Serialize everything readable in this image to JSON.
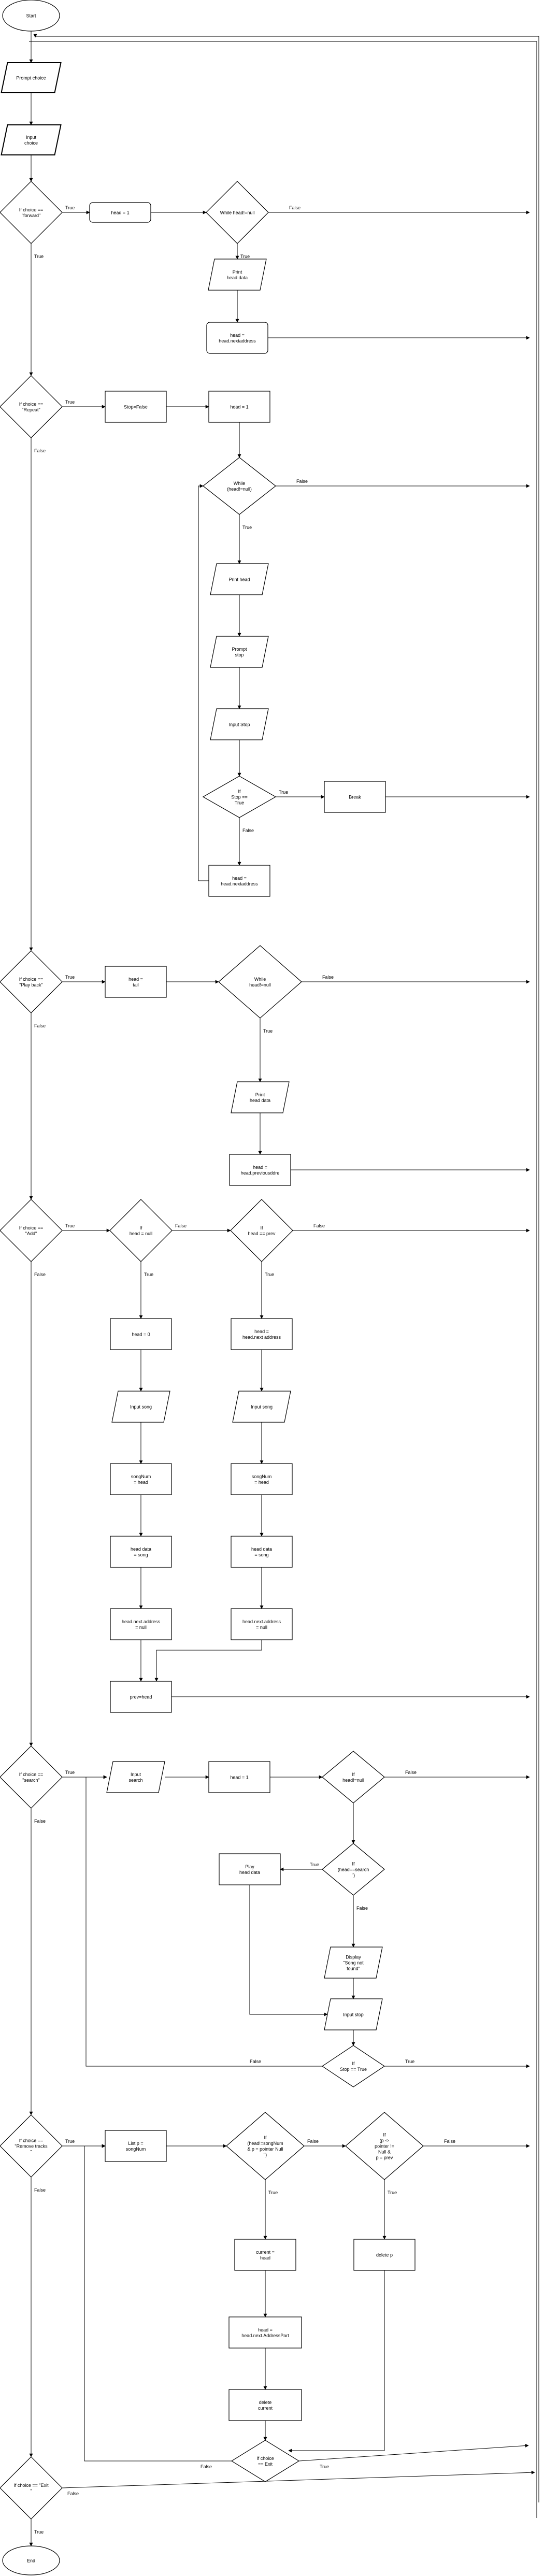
{
  "nodes": [
    {
      "id": "start",
      "shape": "terminal",
      "lines": [
        "Start"
      ]
    },
    {
      "id": "prompt-choice",
      "shape": "io",
      "lines": [
        "Prompt choice"
      ]
    },
    {
      "id": "input-choice",
      "shape": "io",
      "lines": [
        "Input",
        "choice"
      ]
    },
    {
      "id": "if-forward",
      "shape": "decision",
      "lines": [
        "If choice ==",
        "\"forward\""
      ]
    },
    {
      "id": "fwd-head-1",
      "shape": "process",
      "lines": [
        "head = 1"
      ]
    },
    {
      "id": "fwd-while",
      "shape": "decision",
      "lines": [
        "While head!=null"
      ]
    },
    {
      "id": "fwd-print",
      "shape": "io",
      "lines": [
        "Print",
        "head data"
      ]
    },
    {
      "id": "fwd-next",
      "shape": "process",
      "lines": [
        "head =",
        "head.nextaddress"
      ]
    },
    {
      "id": "if-repeat",
      "shape": "decision",
      "lines": [
        "If choice ==",
        "\"Repeat\""
      ]
    },
    {
      "id": "rep-stop",
      "shape": "process",
      "lines": [
        "Stop=False"
      ]
    },
    {
      "id": "rep-head-1",
      "shape": "process",
      "lines": [
        "head = 1"
      ]
    },
    {
      "id": "rep-while",
      "shape": "decision",
      "lines": [
        "While",
        "(head!=null)"
      ]
    },
    {
      "id": "rep-print",
      "shape": "io",
      "lines": [
        "Print head"
      ]
    },
    {
      "id": "rep-prompt",
      "shape": "io",
      "lines": [
        "Prompt",
        "stop"
      ]
    },
    {
      "id": "rep-input",
      "shape": "io",
      "lines": [
        "Input Stop"
      ]
    },
    {
      "id": "rep-if-stop",
      "shape": "decision",
      "lines": [
        "If",
        "Stop ==",
        "True"
      ]
    },
    {
      "id": "rep-break",
      "shape": "process",
      "lines": [
        "Break"
      ]
    },
    {
      "id": "rep-next",
      "shape": "process",
      "lines": [
        "head =",
        "head.nextaddress"
      ]
    },
    {
      "id": "if-playback",
      "shape": "decision",
      "lines": [
        "If choice ==",
        "\"Play back\""
      ]
    },
    {
      "id": "pb-head-tail",
      "shape": "process",
      "lines": [
        "head =",
        "tail"
      ]
    },
    {
      "id": "pb-while",
      "shape": "decision",
      "lines": [
        "While",
        "head!=null"
      ]
    },
    {
      "id": "pb-print",
      "shape": "io",
      "lines": [
        "Print",
        "head data"
      ]
    },
    {
      "id": "pb-prev",
      "shape": "process",
      "lines": [
        "head =",
        "head.previousddre"
      ]
    },
    {
      "id": "if-add",
      "shape": "decision",
      "lines": [
        "If choice ==",
        "\"Add\""
      ]
    },
    {
      "id": "add-if-null",
      "shape": "decision",
      "lines": [
        "If",
        "head = null"
      ]
    },
    {
      "id": "add-if-prev",
      "shape": "decision",
      "lines": [
        "If",
        "head == prev"
      ]
    },
    {
      "id": "add-head-0",
      "shape": "process",
      "lines": [
        "head = 0"
      ]
    },
    {
      "id": "add-next-a",
      "shape": "process",
      "lines": [
        "head =",
        "head.next address"
      ]
    },
    {
      "id": "add-input-a",
      "shape": "io",
      "lines": [
        "Input song"
      ]
    },
    {
      "id": "add-input-b",
      "shape": "io",
      "lines": [
        "Input song"
      ]
    },
    {
      "id": "add-num-a",
      "shape": "process",
      "lines": [
        "songNum",
        "= head"
      ]
    },
    {
      "id": "add-num-b",
      "shape": "process",
      "lines": [
        "songNum",
        "= head"
      ]
    },
    {
      "id": "add-data-a",
      "shape": "process",
      "lines": [
        "head data",
        "= song"
      ]
    },
    {
      "id": "add-data-b",
      "shape": "process",
      "lines": [
        "head data",
        "= song"
      ]
    },
    {
      "id": "add-null-a",
      "shape": "process",
      "lines": [
        "head.next.address",
        "= null"
      ]
    },
    {
      "id": "add-null-b",
      "shape": "process",
      "lines": [
        "head.next.address",
        "= null"
      ]
    },
    {
      "id": "add-prev",
      "shape": "process",
      "lines": [
        "prev=head"
      ]
    },
    {
      "id": "if-search",
      "shape": "decision",
      "lines": [
        "If choice ==",
        "\"search\""
      ]
    },
    {
      "id": "srch-input",
      "shape": "io",
      "lines": [
        "Input",
        "search"
      ]
    },
    {
      "id": "srch-head-1",
      "shape": "process",
      "lines": [
        "head = 1"
      ]
    },
    {
      "id": "srch-if-null",
      "shape": "decision",
      "lines": [
        "If",
        "head!=null"
      ]
    },
    {
      "id": "srch-if-eq",
      "shape": "decision",
      "lines": [
        "If",
        "(head==search",
        "\")"
      ]
    },
    {
      "id": "srch-play",
      "shape": "process",
      "lines": [
        "Play",
        "head data"
      ]
    },
    {
      "id": "srch-notfound",
      "shape": "io",
      "lines": [
        "Display",
        "\"Song not",
        "found\""
      ]
    },
    {
      "id": "srch-input-stop",
      "shape": "io",
      "lines": [
        "Input stop"
      ]
    },
    {
      "id": "srch-if-stop",
      "shape": "decision",
      "lines": [
        "If",
        "Stop == True"
      ]
    },
    {
      "id": "if-remove",
      "shape": "decision",
      "lines": [
        "If choice ==",
        "\"Remove tracks",
        "\""
      ]
    },
    {
      "id": "rm-listp",
      "shape": "process",
      "lines": [
        "List p =",
        "songNum"
      ]
    },
    {
      "id": "rm-if-song",
      "shape": "decision",
      "lines": [
        "If",
        "(head!=songNum",
        "& p = pointer Null",
        "\")"
      ]
    },
    {
      "id": "rm-if-p",
      "shape": "decision",
      "lines": [
        "If",
        "(p ->",
        "pointer !=",
        "Null &",
        "p = prev"
      ]
    },
    {
      "id": "rm-current",
      "shape": "process",
      "lines": [
        "current =",
        "head"
      ]
    },
    {
      "id": "rm-delete-p",
      "shape": "process",
      "lines": [
        "delete p"
      ]
    },
    {
      "id": "rm-next",
      "shape": "process",
      "lines": [
        "head =",
        "head.next.AddressPart"
      ]
    },
    {
      "id": "rm-delete-cur",
      "shape": "process",
      "lines": [
        "delete",
        "current"
      ]
    },
    {
      "id": "rm-if-exit",
      "shape": "decision",
      "lines": [
        "If choice",
        "== Exit"
      ]
    },
    {
      "id": "if-exit",
      "shape": "decision",
      "lines": [
        "If choice == \"Exit",
        "\""
      ]
    },
    {
      "id": "end",
      "shape": "terminal",
      "lines": [
        "End"
      ]
    }
  ],
  "edges": [
    {
      "from": "start",
      "to": "prompt-choice"
    },
    {
      "from": "prompt-choice",
      "to": "input-choice"
    },
    {
      "from": "input-choice",
      "to": "if-forward"
    },
    {
      "from": "if-forward",
      "to": "fwd-head-1",
      "label": "True"
    },
    {
      "from": "if-forward",
      "to": "if-repeat",
      "label": "True"
    },
    {
      "from": "fwd-head-1",
      "to": "fwd-while"
    },
    {
      "from": "fwd-while",
      "to": "fwd-print",
      "label": "True"
    },
    {
      "from": "fwd-while",
      "to": "start",
      "label": "False"
    },
    {
      "from": "fwd-print",
      "to": "fwd-next"
    },
    {
      "from": "fwd-next",
      "to": "start"
    },
    {
      "from": "if-repeat",
      "to": "rep-stop",
      "label": "True"
    },
    {
      "from": "if-repeat",
      "to": "if-playback",
      "label": "False"
    },
    {
      "from": "rep-stop",
      "to": "rep-head-1"
    },
    {
      "from": "rep-head-1",
      "to": "rep-while"
    },
    {
      "from": "rep-while",
      "to": "rep-print",
      "label": "True"
    },
    {
      "from": "rep-while",
      "to": "start",
      "label": "False"
    },
    {
      "from": "rep-print",
      "to": "rep-prompt"
    },
    {
      "from": "rep-prompt",
      "to": "rep-input"
    },
    {
      "from": "rep-input",
      "to": "rep-if-stop"
    },
    {
      "from": "rep-if-stop",
      "to": "rep-break",
      "label": "True"
    },
    {
      "from": "rep-if-stop",
      "to": "rep-next",
      "label": "False"
    },
    {
      "from": "rep-break",
      "to": "start"
    },
    {
      "from": "rep-next",
      "to": "rep-while"
    },
    {
      "from": "if-playback",
      "to": "pb-head-tail",
      "label": "True"
    },
    {
      "from": "if-playback",
      "to": "if-add",
      "label": "False"
    },
    {
      "from": "pb-head-tail",
      "to": "pb-while"
    },
    {
      "from": "pb-while",
      "to": "pb-print",
      "label": "True"
    },
    {
      "from": "pb-while",
      "to": "start",
      "label": "False"
    },
    {
      "from": "pb-print",
      "to": "pb-prev"
    },
    {
      "from": "pb-prev",
      "to": "start"
    },
    {
      "from": "if-add",
      "to": "add-if-null",
      "label": "True"
    },
    {
      "from": "if-add",
      "to": "if-search",
      "label": "False"
    },
    {
      "from": "add-if-null",
      "to": "add-if-prev",
      "label": "False"
    },
    {
      "from": "add-if-null",
      "to": "add-head-0",
      "label": "True"
    },
    {
      "from": "add-if-prev",
      "to": "add-next-a",
      "label": "True"
    },
    {
      "from": "add-if-prev",
      "to": "start",
      "label": "False"
    },
    {
      "from": "add-head-0",
      "to": "add-input-a"
    },
    {
      "from": "add-input-a",
      "to": "add-num-a"
    },
    {
      "from": "add-num-a",
      "to": "add-data-a"
    },
    {
      "from": "add-data-a",
      "to": "add-null-a"
    },
    {
      "from": "add-null-a",
      "to": "add-prev"
    },
    {
      "from": "add-next-a",
      "to": "add-input-b"
    },
    {
      "from": "add-input-b",
      "to": "add-num-b"
    },
    {
      "from": "add-num-b",
      "to": "add-data-b"
    },
    {
      "from": "add-data-b",
      "to": "add-null-b"
    },
    {
      "from": "add-null-b",
      "to": "add-prev"
    },
    {
      "from": "add-prev",
      "to": "start"
    },
    {
      "from": "if-search",
      "to": "srch-input",
      "label": "True"
    },
    {
      "from": "if-search",
      "to": "if-remove",
      "label": "False"
    },
    {
      "from": "srch-input",
      "to": "srch-head-1"
    },
    {
      "from": "srch-head-1",
      "to": "srch-if-null"
    },
    {
      "from": "srch-if-null",
      "to": "srch-if-eq"
    },
    {
      "from": "srch-if-null",
      "to": "start",
      "label": "False"
    },
    {
      "from": "srch-if-eq",
      "to": "srch-play",
      "label": "True"
    },
    {
      "from": "srch-if-eq",
      "to": "srch-notfound",
      "label": "False"
    },
    {
      "from": "srch-play",
      "to": "srch-input-stop"
    },
    {
      "from": "srch-notfound",
      "to": "srch-input-stop"
    },
    {
      "from": "srch-input-stop",
      "to": "srch-if-stop"
    },
    {
      "from": "srch-if-stop",
      "to": "srch-input",
      "label": "False"
    },
    {
      "from": "srch-if-stop",
      "to": "start",
      "label": "True"
    },
    {
      "from": "if-remove",
      "to": "rm-listp",
      "label": "True"
    },
    {
      "from": "if-remove",
      "to": "if-exit",
      "label": "False"
    },
    {
      "from": "rm-listp",
      "to": "rm-if-song"
    },
    {
      "from": "rm-if-song",
      "to": "rm-if-p",
      "label": "False"
    },
    {
      "from": "rm-if-song",
      "to": "rm-current",
      "label": "True"
    },
    {
      "from": "rm-if-p",
      "to": "rm-delete-p",
      "label": "True"
    },
    {
      "from": "rm-if-p",
      "to": "start",
      "label": "False"
    },
    {
      "from": "rm-current",
      "to": "rm-next"
    },
    {
      "from": "rm-next",
      "to": "rm-delete-cur"
    },
    {
      "from": "rm-delete-cur",
      "to": "rm-if-exit"
    },
    {
      "from": "rm-delete-p",
      "to": "rm-if-exit"
    },
    {
      "from": "rm-if-exit",
      "to": "rm-listp",
      "label": "False"
    },
    {
      "from": "rm-if-exit",
      "to": "start",
      "label": "True"
    },
    {
      "from": "if-exit",
      "to": "end",
      "label": "True"
    },
    {
      "from": "if-exit",
      "to": "start",
      "label": "False"
    }
  ]
}
